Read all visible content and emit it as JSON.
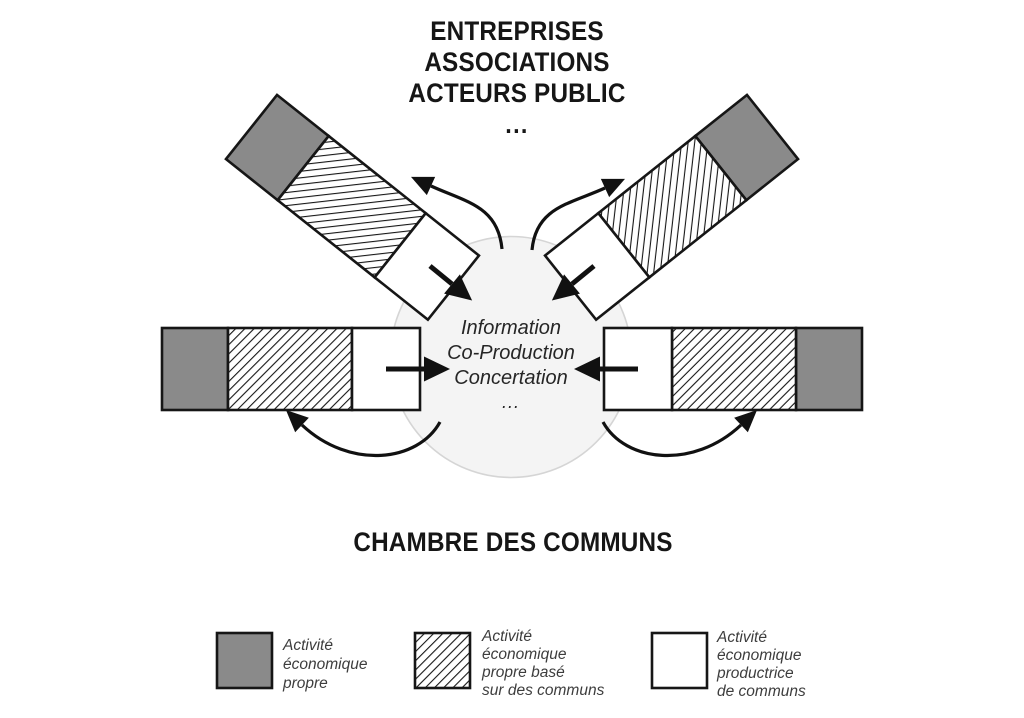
{
  "title_block": {
    "line1": "ENTREPRISES",
    "line2": "ASSOCIATIONS",
    "line3": "ACTEURS PUBLIC",
    "ellipsis": "..."
  },
  "hub": {
    "line1": "Information",
    "line2": "Co-Production",
    "line3": "Concertation",
    "ellipsis": "..."
  },
  "caption": "CHAMBRE DES COMMUNS",
  "legend": {
    "item1": {
      "swatch": "solid-gray-square",
      "lines": [
        "Activité",
        "économique",
        "propre"
      ]
    },
    "item2": {
      "swatch": "hatched-square",
      "lines": [
        "Activité",
        "économique",
        "propre basé",
        "sur des communs"
      ]
    },
    "item3": {
      "swatch": "white-square",
      "lines": [
        "Activité",
        "économique",
        "productrice",
        "de communs"
      ]
    }
  },
  "colors": {
    "ink": "#161616",
    "bar-gray": "#8a8a8a",
    "hub-fill": "#f4f4f4",
    "hub-stroke": "#d5d5d5",
    "arrow": "#111111"
  }
}
